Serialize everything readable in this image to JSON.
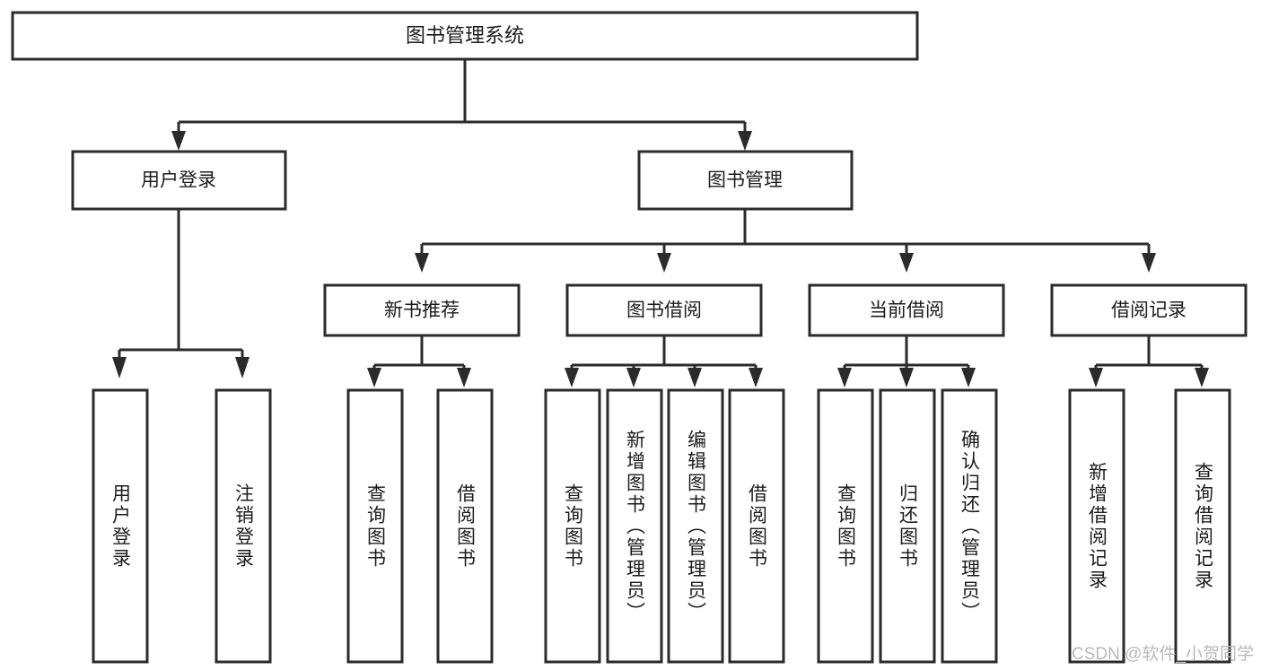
{
  "diagram": {
    "kind": "functional-decomposition-tree",
    "root": {
      "id": "root",
      "label": "图书管理系统"
    },
    "level2": [
      {
        "id": "user-login",
        "label": "用户登录"
      },
      {
        "id": "book-management",
        "label": "图书管理"
      }
    ],
    "level3": [
      {
        "id": "new-book-recommend",
        "label": "新书推荐",
        "parent": "book-management"
      },
      {
        "id": "book-borrow",
        "label": "图书借阅",
        "parent": "book-management"
      },
      {
        "id": "current-borrow",
        "label": "当前借阅",
        "parent": "book-management"
      },
      {
        "id": "borrow-record",
        "label": "借阅记录",
        "parent": "book-management"
      }
    ],
    "leaves": [
      {
        "id": "leaf-user-login",
        "label": "用户登录",
        "parent": "user-login"
      },
      {
        "id": "leaf-logout-login",
        "label": "注销登录",
        "parent": "user-login"
      },
      {
        "id": "leaf-query-book-1",
        "label": "查询图书",
        "parent": "new-book-recommend"
      },
      {
        "id": "leaf-borrow-book-1",
        "label": "借阅图书",
        "parent": "new-book-recommend"
      },
      {
        "id": "leaf-query-book-2",
        "label": "查询图书",
        "parent": "book-borrow"
      },
      {
        "id": "leaf-add-book",
        "label": "新增图书（管理员）",
        "parent": "book-borrow"
      },
      {
        "id": "leaf-edit-book",
        "label": "编辑图书（管理员）",
        "parent": "book-borrow"
      },
      {
        "id": "leaf-borrow-book-2",
        "label": "借阅图书",
        "parent": "book-borrow"
      },
      {
        "id": "leaf-query-book-3",
        "label": "查询图书",
        "parent": "current-borrow"
      },
      {
        "id": "leaf-return-book",
        "label": "归还图书",
        "parent": "current-borrow"
      },
      {
        "id": "leaf-confirm-return",
        "label": "确认归还（管理员）",
        "parent": "current-borrow"
      },
      {
        "id": "leaf-add-record",
        "label": "新增借阅记录",
        "parent": "borrow-record"
      },
      {
        "id": "leaf-query-record",
        "label": "查询借阅记录",
        "parent": "borrow-record"
      }
    ]
  },
  "watermark": {
    "text": "CSDN @软件_小贺同学"
  },
  "colors": {
    "stroke": "#2b2b2b",
    "fill": "#ffffff",
    "text": "#1c1c1c",
    "watermark": "#b9b9b9"
  }
}
